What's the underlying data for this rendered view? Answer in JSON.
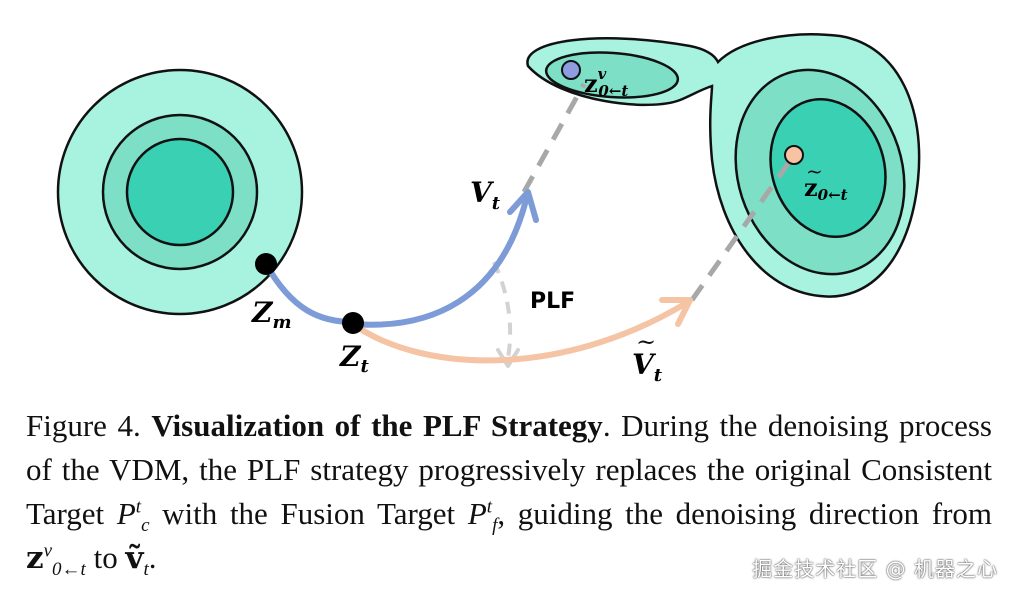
{
  "diagram": {
    "labels": {
      "zm": "Z",
      "zm_sub": "m",
      "zt": "Z",
      "zt_sub": "t",
      "vt": "V",
      "vt_sub": "t",
      "vt_tilde": "V",
      "vt_tilde_sub": "t",
      "plf": "PLF",
      "z0v": "z",
      "z0v_sup": "v",
      "z0v_sub": "0←t",
      "z0tilde": "z",
      "z0tilde_sub": "0←t"
    },
    "colors": {
      "outer": "#a7f3e0",
      "middle": "#7ddfc6",
      "inner": "#39d0b4",
      "blue_path": "#7d9bd6",
      "orange_path": "#f5c4a4",
      "dashed": "#a8a8a8",
      "point_blue": "#8f9de0",
      "point_orange": "#f6c4a2"
    }
  },
  "caption": {
    "figure_label": "Figure 4.",
    "title": "Visualization of the PLF Strategy",
    "text_1": ". During the denoising process of the VDM, the PLF strategy progressively replaces the original Consistent Target ",
    "pc": "P",
    "pc_sup": "t",
    "pc_sub": "c",
    "text_2": " with the Fusion Target ",
    "pf": "P",
    "pf_sup": "t",
    "pf_sub": "f",
    "text_3": ", guiding the denoising direction from ",
    "z": "z",
    "z_sup": "v",
    "z_sub": "0←t",
    "text_4": " to ",
    "v": "ṽ",
    "v_sub": "t",
    "text_5": "."
  },
  "watermark": "掘金技术社区 @ 机器之心"
}
